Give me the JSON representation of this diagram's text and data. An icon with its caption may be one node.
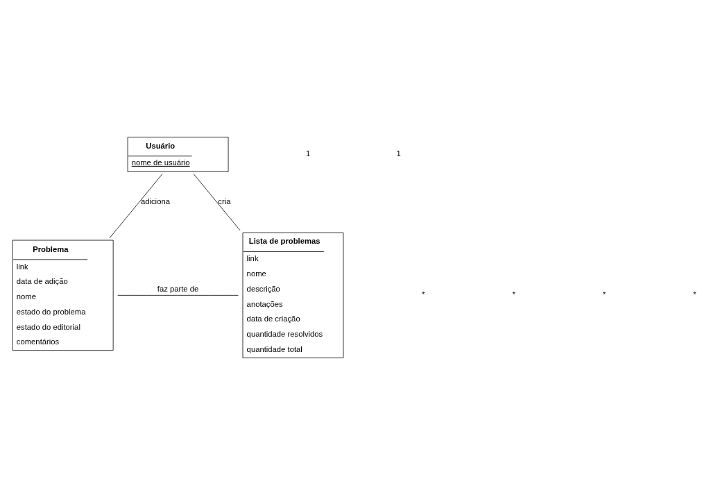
{
  "diagram": {
    "nodes": [
      {
        "text": [
          "Usuário",
          "nome de usuário"
        ]
      },
      {
        "text": [
          "Problema",
          "link",
          "data de adição",
          "nome",
          "estado do problema",
          "estado do editorial",
          "comentários"
        ]
      },
      {
        "text": [
          "Lista de problemas",
          "link",
          "nome",
          "descrição",
          "anotações",
          "data de criação",
          "quantidade resolvidos",
          "quantidade total"
        ]
      }
    ],
    "edges": [
      {
        "from": 0,
        "to": 1,
        "arrow": "none",
        "label": "adiciona"
      },
      {
        "from": 0,
        "to": 2,
        "arrow": "none",
        "label": "cria"
      },
      {
        "from": 1,
        "to": 2,
        "arrow": "none",
        "label": "faz parte de"
      }
    ],
    "labels": [
      "1",
      "1",
      "*",
      "*",
      "*",
      "*"
    ]
  }
}
